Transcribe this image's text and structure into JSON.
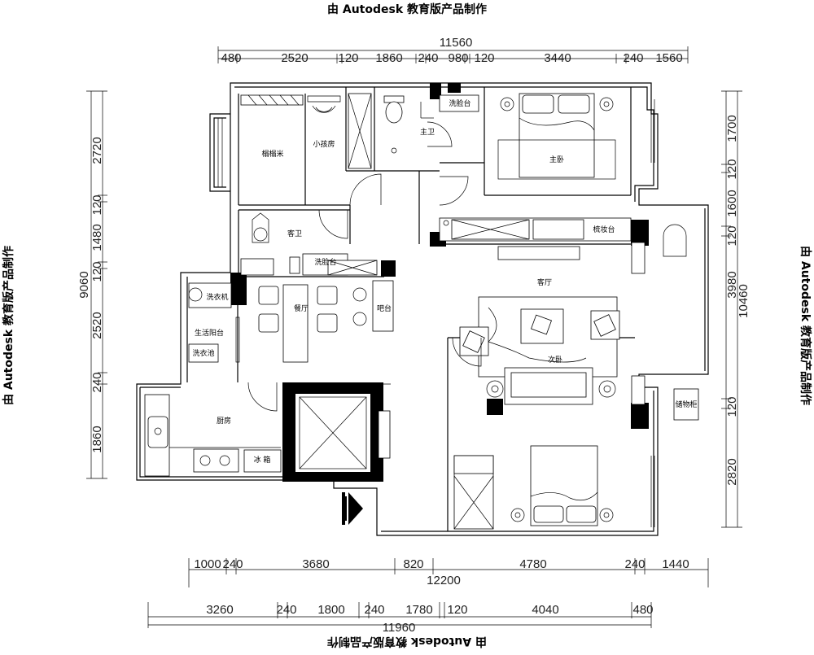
{
  "watermark": "由 Autodesk 教育版产品制作",
  "rooms": {
    "tatami": "榻榻米",
    "kids_room": "小孩房",
    "master_bath": "主卫",
    "master_wash": "洗脸台",
    "master_bedroom": "主卧",
    "guest_bath": "客卫",
    "guest_wash": "洗脸台",
    "living_room": "客厅",
    "dressing_table": "梳妆台",
    "dining_room": "餐厅",
    "bar": "吧台",
    "washer": "洗衣机",
    "balcony": "生活阳台",
    "laundry_sink": "洗衣池",
    "kitchen": "厨房",
    "fridge": "冰 箱",
    "second_bedroom": "次卧",
    "storage_cabinet": "储物柜"
  },
  "dimensions": {
    "top_total": "11560",
    "top_segments": [
      "480",
      "2520",
      "120",
      "1860",
      "240",
      "980",
      "120",
      "3440",
      "240",
      "1560"
    ],
    "left_total": "9060",
    "left_segments": [
      "2720",
      "120",
      "1480",
      "120",
      "2520",
      "240",
      "1860"
    ],
    "right_total": "10460",
    "right_segments": [
      "1700",
      "120",
      "1600",
      "120",
      "3980",
      "120",
      "2820"
    ],
    "bottom_mid_total": "12200",
    "bottom_mid_segments": [
      "1000",
      "240",
      "3680",
      "820",
      "4780",
      "240",
      "1440"
    ],
    "bottom_low_total": "11960",
    "bottom_low_segments": [
      "3260",
      "240",
      "1800",
      "240",
      "1780",
      "120",
      "4040",
      "480"
    ]
  }
}
